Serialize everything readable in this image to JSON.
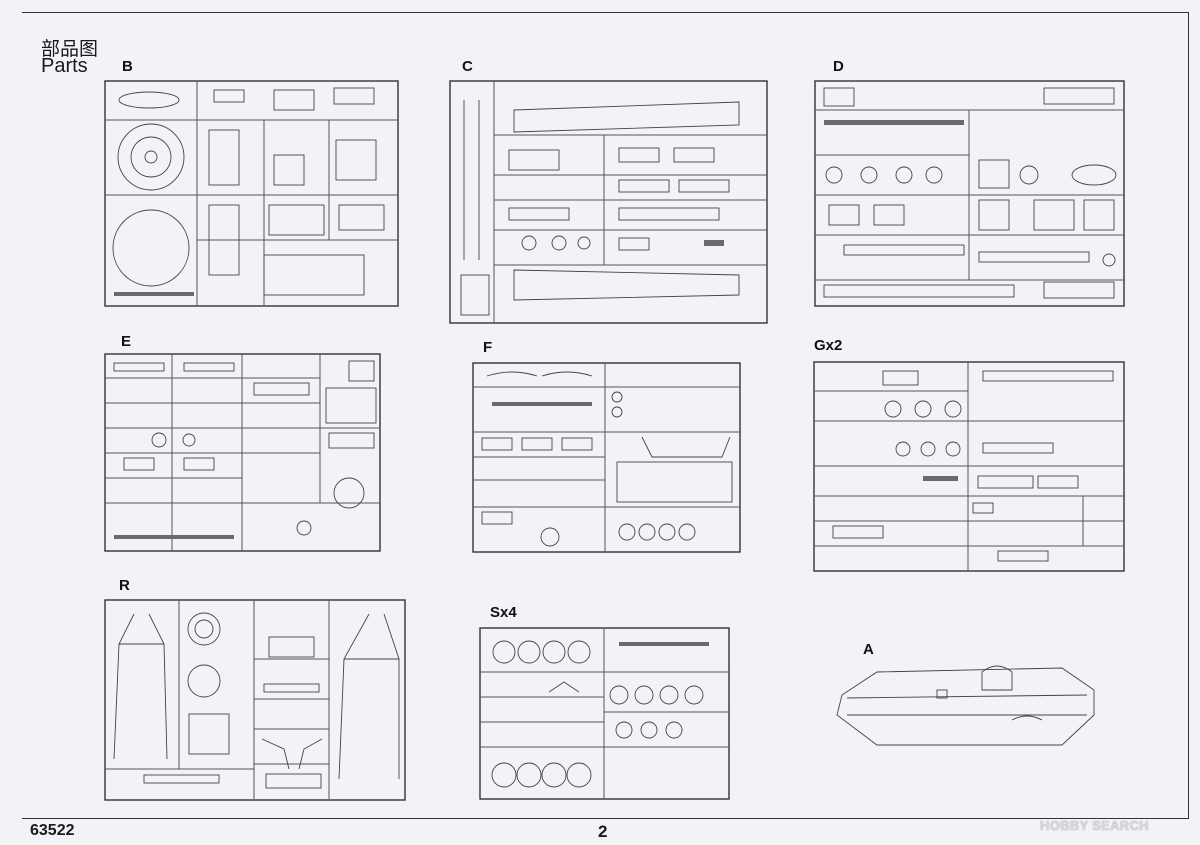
{
  "header": {
    "title_cn": "部品图",
    "title_en": "Parts"
  },
  "sprues": [
    {
      "id": "B",
      "label": "B"
    },
    {
      "id": "C",
      "label": "C"
    },
    {
      "id": "D",
      "label": "D"
    },
    {
      "id": "E",
      "label": "E"
    },
    {
      "id": "F",
      "label": "F"
    },
    {
      "id": "G",
      "label": "Gx2"
    },
    {
      "id": "R",
      "label": "R"
    },
    {
      "id": "S",
      "label": "Sx4"
    },
    {
      "id": "A",
      "label": "A"
    }
  ],
  "footer": {
    "product_code": "63522",
    "page_number": "2"
  },
  "watermark": "HOBBY SEARCH"
}
